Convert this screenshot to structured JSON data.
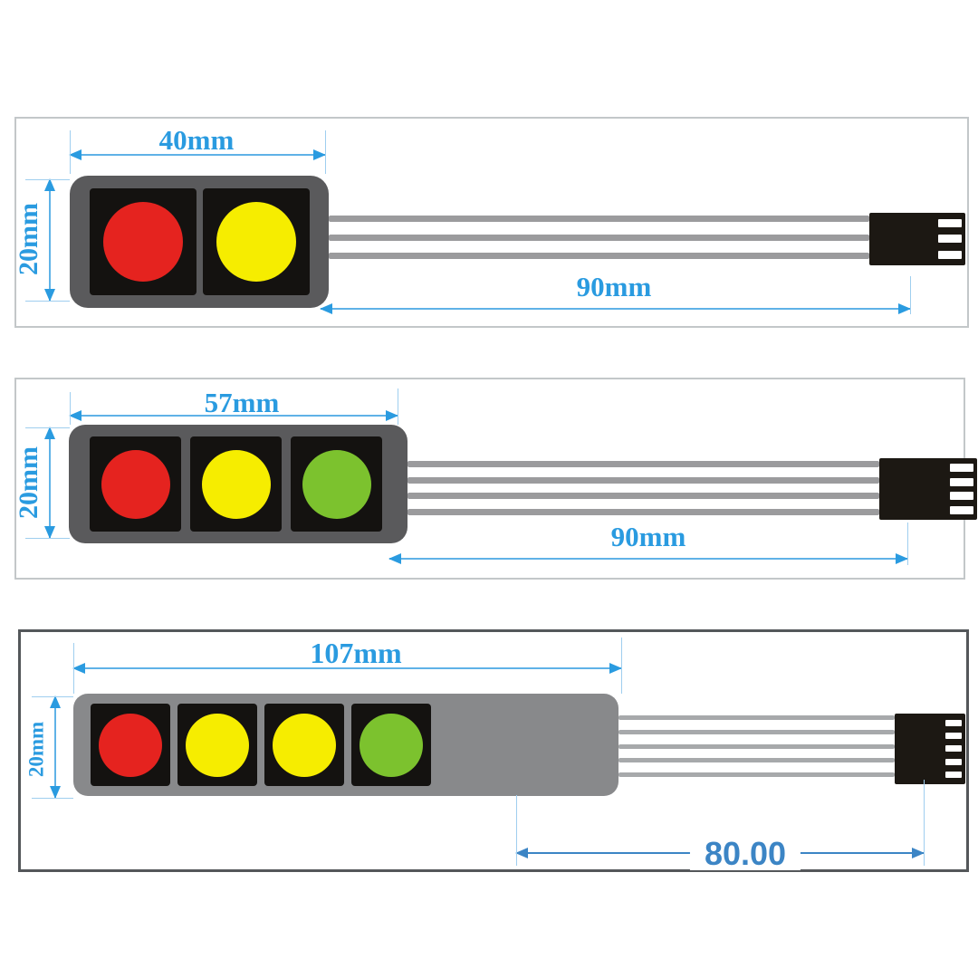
{
  "diagram": {
    "type": "membrane keypad dimension drawing",
    "panels": [
      {
        "id": "two-button-keypad",
        "width_label": "40mm",
        "height_label": "20mm",
        "cable_label": "90mm",
        "keys": [
          "red",
          "yellow"
        ],
        "pins": 3
      },
      {
        "id": "three-button-keypad",
        "width_label": "57mm",
        "height_label": "20mm",
        "cable_label": "90mm",
        "keys": [
          "red",
          "yellow",
          "green"
        ],
        "pins": 4
      },
      {
        "id": "four-button-keypad",
        "width_label": "107mm",
        "height_label": "20mm",
        "cable_label": "80.00",
        "keys": [
          "red",
          "yellow",
          "yellow",
          "green"
        ],
        "pins": 5
      }
    ]
  },
  "colors": {
    "red": "#e5231f",
    "yellow": "#f6ed00",
    "green": "#7cc22e",
    "body_dark": "#5a5a5c",
    "body_light": "#88898b",
    "key_black": "#141210",
    "wire_gray": "#9b9b9d",
    "connector_black": "#1c1813",
    "dim_blue": "#2a9be0",
    "dim_line_blue": "#5fb2e7",
    "witness_blue": "#9fceef",
    "cable_label_blue": "#3c85c5",
    "panel_border_dark": "#54575a"
  }
}
